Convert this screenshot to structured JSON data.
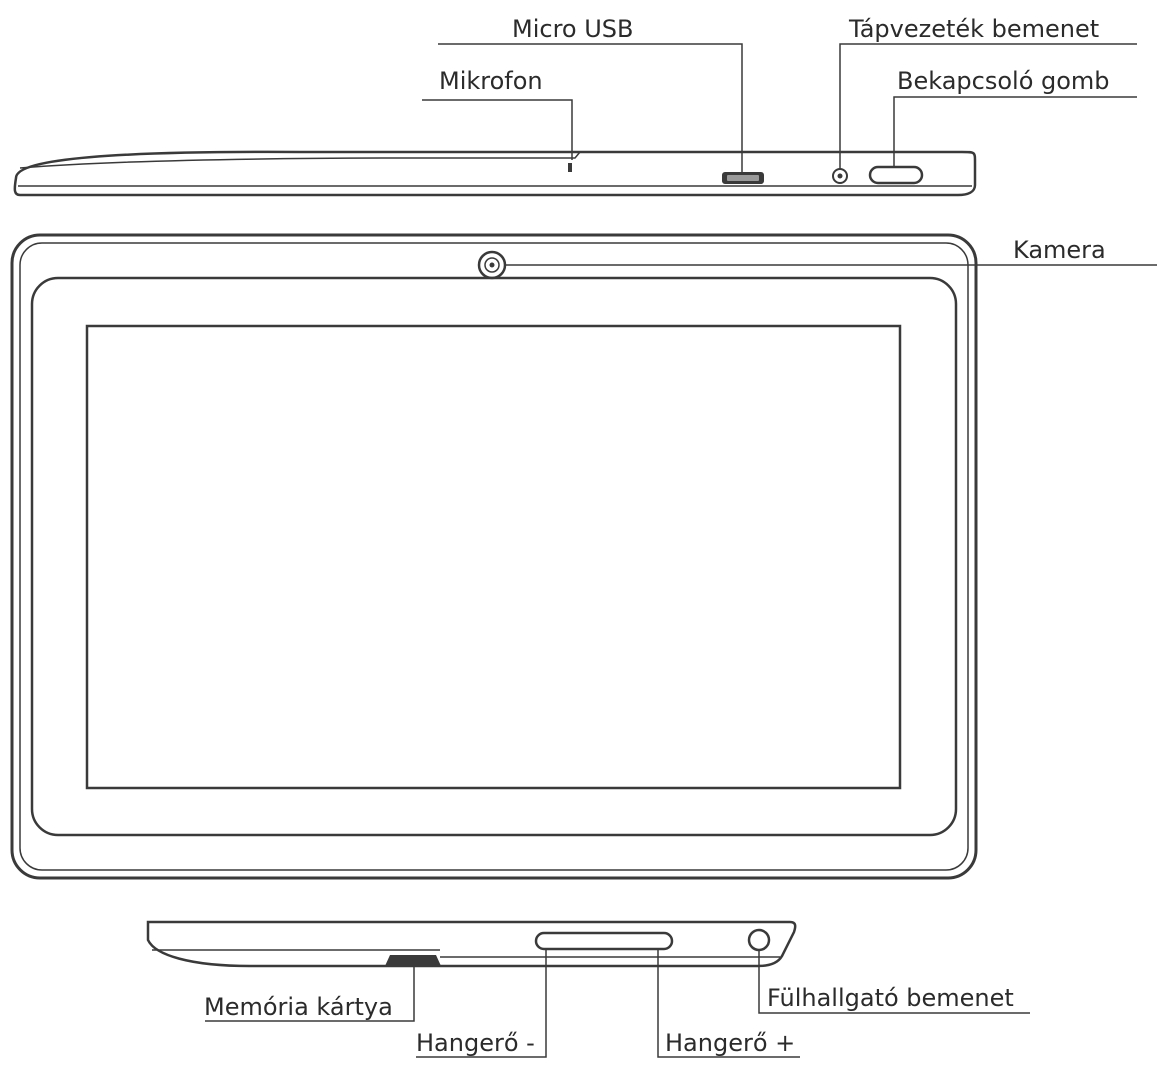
{
  "labels": {
    "micro_usb": "Micro USB",
    "tapvezetek": "Tápvezeték bemenet",
    "mikrofon": "Mikrofon",
    "bekapcsolo": "Bekapcsoló gomb",
    "kamera": "Kamera",
    "memoria": "Memória kártya",
    "hangero_minus": "Hangerő -",
    "hangero_plus": "Hangerő +",
    "fulhallgato": "Fülhallgató bemenet"
  },
  "colors": {
    "line": "#3a3a3a",
    "text": "#2b2b2b",
    "background": "#ffffff"
  }
}
